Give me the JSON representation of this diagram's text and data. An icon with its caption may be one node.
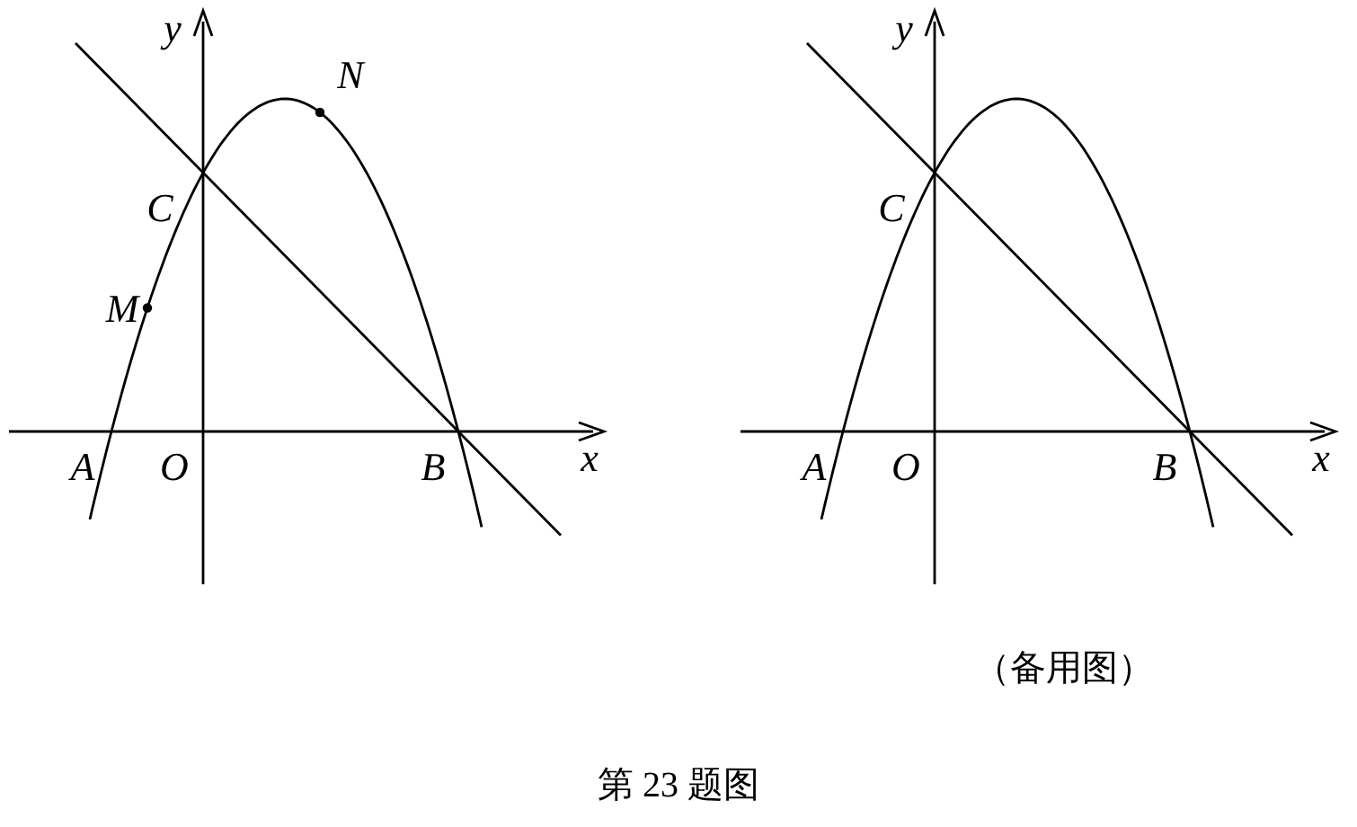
{
  "diagram": {
    "caption": "第 23 题图",
    "labels": [
      "y",
      "N",
      "C",
      "M",
      "A",
      "O",
      "B",
      "x",
      "y",
      "C",
      "A",
      "O",
      "B",
      "x",
      "（备用图）"
    ]
  }
}
